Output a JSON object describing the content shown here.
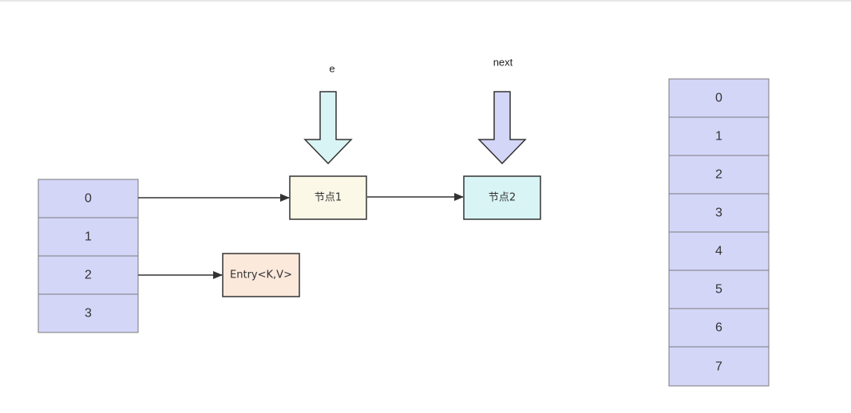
{
  "old_table": {
    "cells": [
      "0",
      "1",
      "2",
      "3"
    ]
  },
  "new_table": {
    "cells": [
      "0",
      "1",
      "2",
      "3",
      "4",
      "5",
      "6",
      "7"
    ]
  },
  "nodes": {
    "node1": "节点1",
    "node2": "节点2",
    "entry": "Entry<K,V>"
  },
  "pointers": {
    "e": "e",
    "next": "next"
  },
  "colors": {
    "cell_fill": "#d4d6f8",
    "cell_stroke": "#7a7a7a",
    "node1_fill": "#fbf8e8",
    "node2_fill": "#d9f4f4",
    "entry_fill": "#fbe9dc",
    "arrow_e_fill": "#d9f4f4",
    "arrow_next_fill": "#d4d6f8",
    "line": "#333333"
  }
}
